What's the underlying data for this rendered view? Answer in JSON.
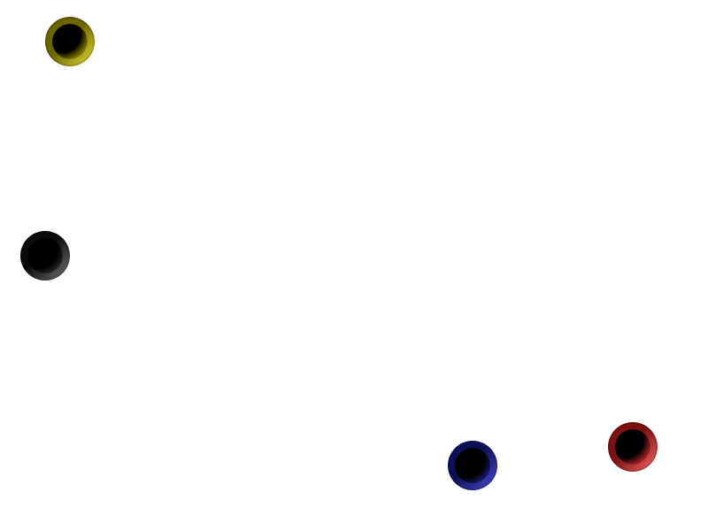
{
  "scene": {
    "background_color": "#ffffff",
    "holes": [
      {
        "id": "yellow",
        "color_name": "yellow",
        "ring_light": "#e7e03a",
        "ring_dark": "#6a6500",
        "inner_tint": "#9a9200"
      },
      {
        "id": "black",
        "color_name": "black",
        "ring_light": "#7a7a7a",
        "ring_dark": "#0b0b0b",
        "inner_tint": "#2a2a2a"
      },
      {
        "id": "blue",
        "color_name": "blue",
        "ring_light": "#4b4bd6",
        "ring_dark": "#0f0f57",
        "inner_tint": "#1c1c7a"
      },
      {
        "id": "red",
        "color_name": "red",
        "ring_light": "#ff6a6a",
        "ring_dark": "#7b1111",
        "inner_tint": "#c42b2b"
      }
    ]
  }
}
